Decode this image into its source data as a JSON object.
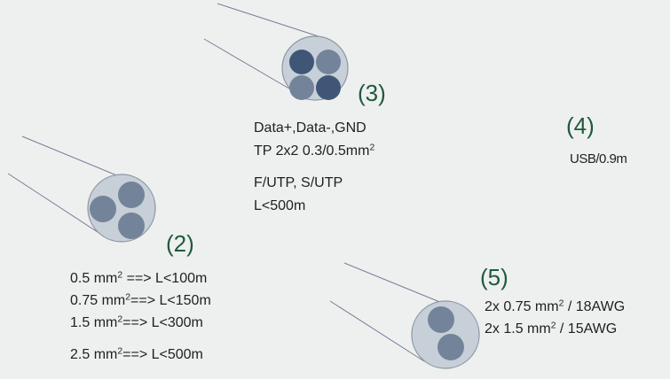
{
  "colors": {
    "background": "#eef0f0",
    "cable_fill": "#c7cfd8",
    "cable_stroke": "#8e98a3",
    "wire_light": "#73849a",
    "wire_dark": "#3f5677",
    "lead_line": "#7c7c96",
    "number_color": "#1f5a3c"
  },
  "cable3": {
    "number": "(3)",
    "line1": "Data+,Data-,GND",
    "line2_prefix": "TP 2x2  0.3/0.5mm",
    "line2_sup": "2",
    "line3": "F/UTP, S/UTP",
    "line4": "L<500m"
  },
  "cable4": {
    "number": "(4)",
    "text": "USB/0.9m"
  },
  "cable2": {
    "number": "(2)",
    "rows": [
      {
        "size": "0.5 mm",
        "sup": "2",
        "rule": " ==> L<100m"
      },
      {
        "size": "0.75 mm",
        "sup": "2",
        "rule": "==> L<150m"
      },
      {
        "size": "1.5 mm",
        "sup": "2",
        "rule": "==> L<300m"
      },
      {
        "size": "2.5 mm",
        "sup": "2",
        "rule": "==> L<500m"
      }
    ]
  },
  "cable5": {
    "number": "(5)",
    "rows": [
      {
        "prefix": "2x 0.75 mm",
        "sup": "2",
        "suffix": " / 18AWG"
      },
      {
        "prefix": "2x 1.5 mm",
        "sup": "2",
        "suffix": " / 15AWG"
      }
    ]
  }
}
